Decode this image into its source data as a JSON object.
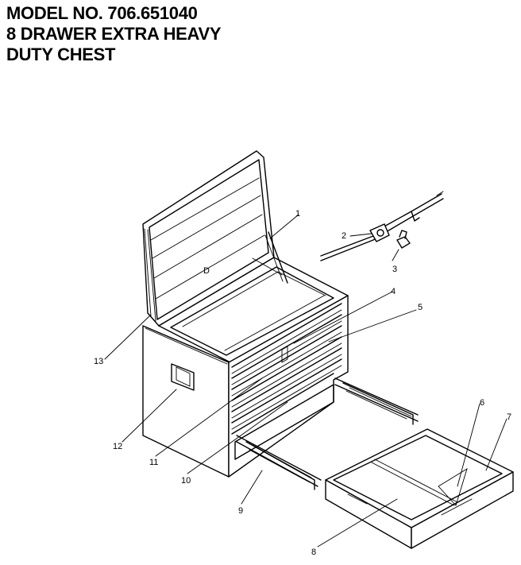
{
  "header": {
    "line1": "MODEL NO. 706.651040",
    "line2": "8 DRAWER EXTRA HEAVY",
    "line3": "DUTY CHEST"
  },
  "callouts": [
    "1",
    "2",
    "3",
    "4",
    "5",
    "6",
    "7",
    "8",
    "9",
    "10",
    "11",
    "12",
    "13"
  ],
  "lid_mark": "D"
}
